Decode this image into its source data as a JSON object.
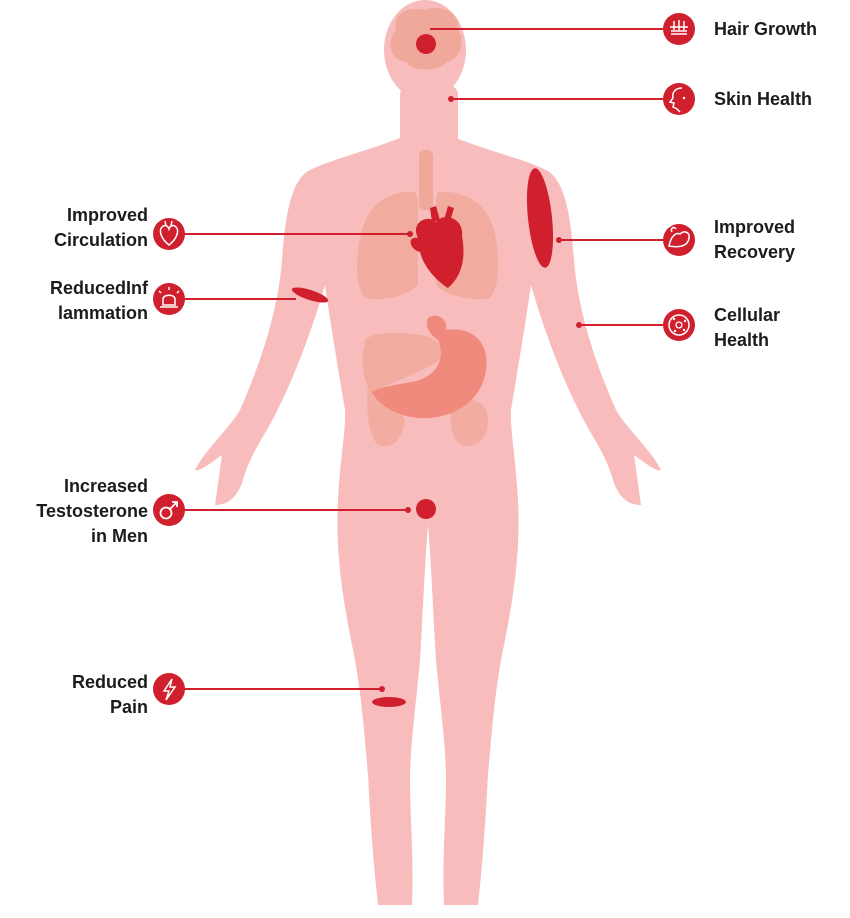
{
  "colors": {
    "body": "#f8bcbc",
    "organ": "#f0a89a",
    "organ_light": "#f3b0a6",
    "stomach": "#ef8a7c",
    "accent": "#d0202d",
    "text": "#1c1c1c",
    "icon_fg": "#ffffff"
  },
  "benefits": [
    {
      "id": "hair-growth",
      "side": "right",
      "lines": [
        "Hair Growth"
      ],
      "icon": "hair-follicle-icon"
    },
    {
      "id": "skin-health",
      "side": "right",
      "lines": [
        "Skin Health"
      ],
      "icon": "face-profile-icon"
    },
    {
      "id": "improved-recovery",
      "side": "right",
      "lines": [
        "Improved",
        "Recovery"
      ],
      "icon": "flexed-arm-icon"
    },
    {
      "id": "cellular-health",
      "side": "right",
      "lines": [
        "Cellular",
        "Health"
      ],
      "icon": "cell-icon"
    },
    {
      "id": "improved-circulation",
      "side": "left",
      "lines": [
        "Improved",
        "Circulation"
      ],
      "icon": "heart-icon"
    },
    {
      "id": "reduced-inflammation",
      "side": "left",
      "lines": [
        "ReducedInf",
        "lammation"
      ],
      "icon": "alarm-light-icon"
    },
    {
      "id": "increased-testosterone",
      "side": "left",
      "lines": [
        "Increased",
        "Testosterone",
        "in Men"
      ],
      "icon": "male-symbol-icon"
    },
    {
      "id": "reduced-pain",
      "side": "left",
      "lines": [
        "Reduced",
        "Pain"
      ],
      "icon": "lightning-icon"
    }
  ]
}
